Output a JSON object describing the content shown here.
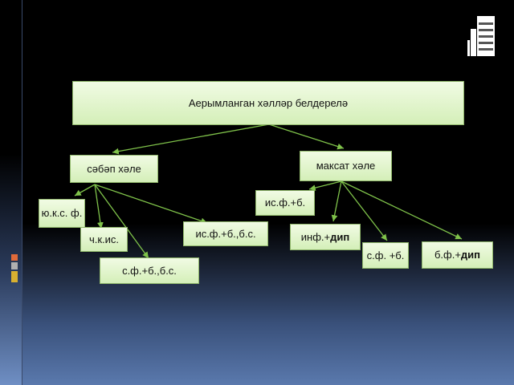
{
  "nodes": {
    "root": "Аерымланган хәлләр белдерелә",
    "sabap": "сәбәп хәле",
    "maksat": "максат хәле",
    "yuks": "ю.к.с. ф.",
    "chkis": "ч.к.ис.",
    "isfbs": "ис.ф.+б.,б.с.",
    "sfbs": "с.ф.+б.,б.с.",
    "isfb": "ис.ф.+б.",
    "inf_prefix": "инф.+",
    "inf_bold": "дип",
    "sfb": "с.ф. +б.",
    "bf_prefix": "б.ф.+",
    "bf_bold": "дип"
  },
  "colors": {
    "node_fill_top": "#f1fbe4",
    "node_fill_bottom": "#d4efb8",
    "connector": "#7fc24a"
  }
}
